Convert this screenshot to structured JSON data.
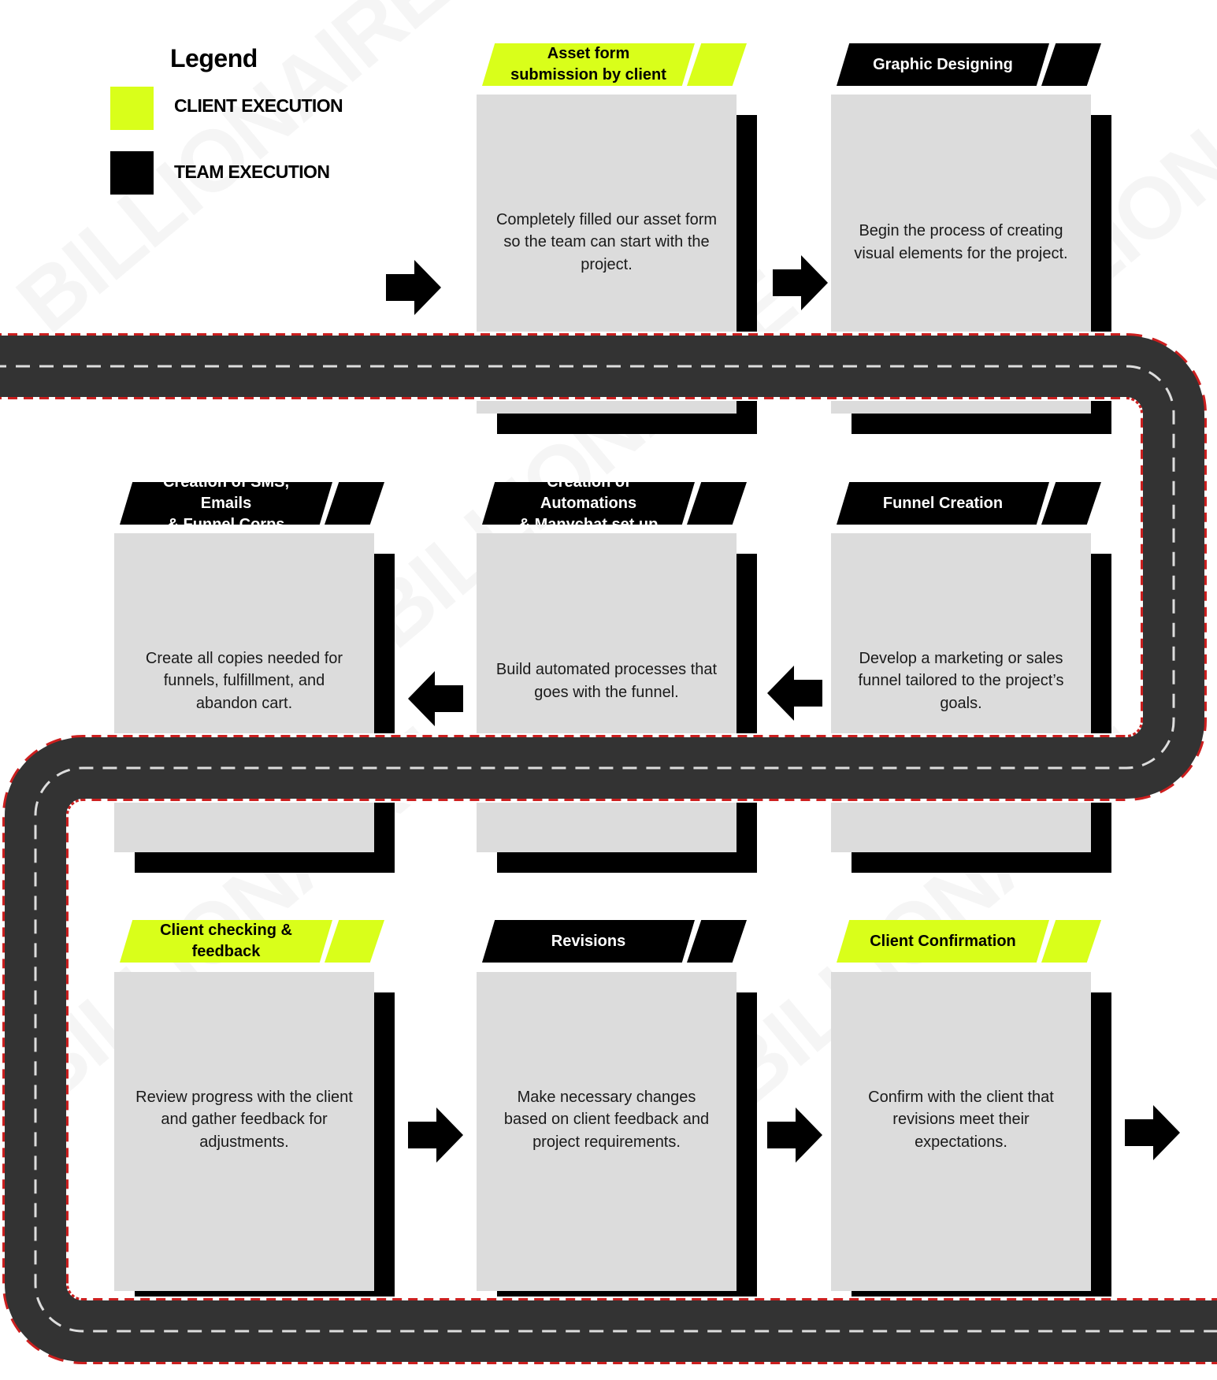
{
  "legend": {
    "title": "Legend",
    "client_label": "CLIENT EXECUTION",
    "team_label": "TEAM EXECUTION",
    "client_color": "#d9ff1a",
    "team_color": "#000000"
  },
  "watermark_text": "BILLIONAIRE",
  "steps": [
    {
      "title": "Asset form\nsubmission by client",
      "type": "client",
      "description": "Completely filled our asset form so the team can start with the project."
    },
    {
      "title": "Graphic Designing",
      "type": "team",
      "description": "Begin the process of creating visual elements for the project."
    },
    {
      "title": "Funnel Creation",
      "type": "team",
      "description": "Develop a marketing or sales funnel tailored to the project’s goals."
    },
    {
      "title": "Creation of Automations\n& Manychat set up",
      "type": "team",
      "description": "Build automated processes that goes with the funnel."
    },
    {
      "title": "Creation of SMS, Emails\n& Funnel Corps",
      "type": "team",
      "description": "Create all copies needed for funnels, fulfillment, and abandon cart."
    },
    {
      "title": "Client checking &\nfeedback",
      "type": "client",
      "description": "Review progress with the client and gather feedback for adjustments."
    },
    {
      "title": "Revisions",
      "type": "team",
      "description": "Make necessary changes based on client feedback and project requirements."
    },
    {
      "title": "Client Confirmation",
      "type": "client",
      "description": "Confirm with the client that revisions meet their expectations."
    }
  ],
  "colors": {
    "road": "#333333",
    "road_edge": "#cc1f1f",
    "card": "#dcdcdc",
    "accent": "#d9ff1a"
  }
}
